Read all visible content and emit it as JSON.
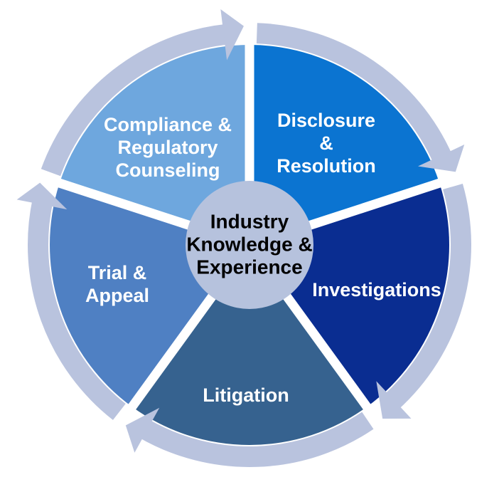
{
  "diagram": {
    "type": "cycle",
    "direction": "clockwise",
    "background": "#ffffff",
    "ring_color": "#b9c3de",
    "divider_color": "#ffffff",
    "label_color": "#ffffff",
    "center": {
      "label": "Industry Knowledge & Experience",
      "lines": [
        "Industry",
        "Knowledge &",
        "Experience"
      ],
      "fill": "#b6c2dd",
      "text_color": "#000000"
    },
    "segments": [
      {
        "id": "disclosure-resolution",
        "label": "Disclosure & Resolution",
        "lines": [
          "Disclosure",
          "&",
          "Resolution"
        ],
        "color": "#0b74d1",
        "start_angle": 0,
        "end_angle": 72
      },
      {
        "id": "investigations",
        "label": "Investigations",
        "lines": [
          "Investigations"
        ],
        "color": "#0a2d91",
        "start_angle": 72,
        "end_angle": 144
      },
      {
        "id": "litigation",
        "label": "Litigation",
        "lines": [
          "Litigation"
        ],
        "color": "#36628f",
        "start_angle": 144,
        "end_angle": 216
      },
      {
        "id": "trial-appeal",
        "label": "Trial & Appeal",
        "lines": [
          "Trial &",
          "Appeal"
        ],
        "color": "#4f80c3",
        "start_angle": 216,
        "end_angle": 288
      },
      {
        "id": "compliance-regulatory-counseling",
        "label": "Compliance & Regulatory Counseling",
        "lines": [
          "Compliance &",
          "Regulatory",
          "Counseling"
        ],
        "color": "#6ea7de",
        "start_angle": 288,
        "end_angle": 360
      }
    ]
  }
}
